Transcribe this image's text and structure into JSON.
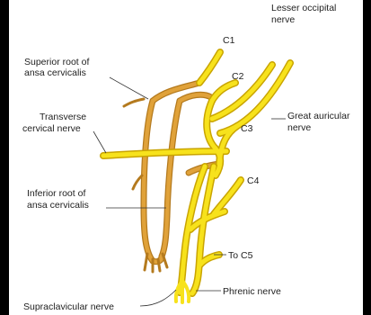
{
  "colors": {
    "background": "#000000",
    "panel": "#ffffff",
    "sensory_nerve": "#f7e21c",
    "sensory_outline": "#c9a400",
    "motor_nerve": "#e0a23a",
    "motor_outline": "#b47a1e",
    "label_text": "#222222"
  },
  "labels": {
    "lesser_occipital": [
      "Lesser occipital",
      "nerve"
    ],
    "c1": "C1",
    "superior_root": [
      "Superior root of",
      "ansa cervicalis"
    ],
    "c2": "C2",
    "great_auricular": [
      "Great auricular",
      "nerve"
    ],
    "transverse_cervical": [
      "Transverse",
      "cervical nerve"
    ],
    "c3": "C3",
    "c4": "C4",
    "inferior_root": [
      "Inferior root of",
      "ansa cervicalis"
    ],
    "to_c5": "To C5",
    "phrenic": "Phrenic nerve",
    "supraclavicular": "Supraclavicular nerve"
  }
}
